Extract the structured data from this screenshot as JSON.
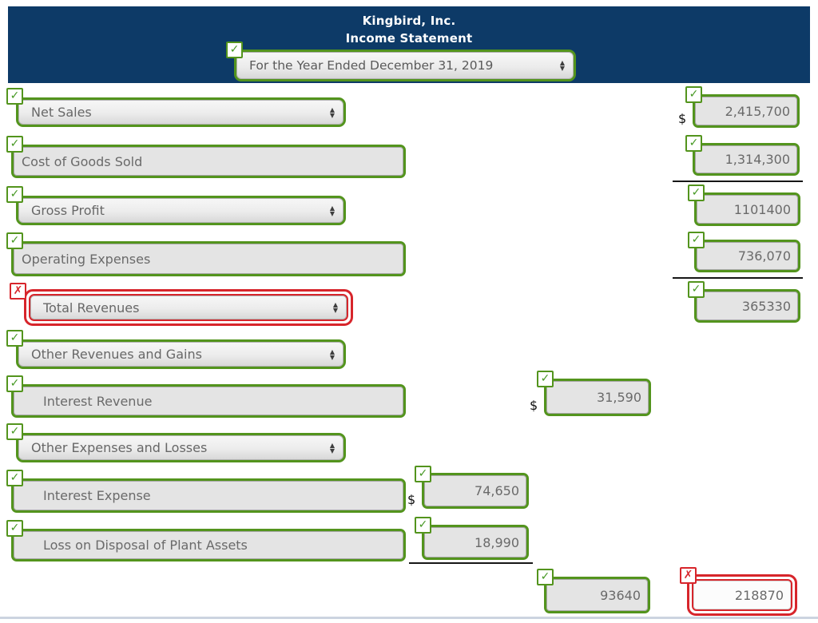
{
  "title": {
    "company": "Kingbird, Inc.",
    "statement": "Income Statement"
  },
  "period": {
    "label": "For the Year Ended December 31, 2019",
    "status": "correct"
  },
  "icons": {
    "check": "✓",
    "cross": "✗",
    "arrow_up": "▲",
    "arrow_down": "▼"
  },
  "currency_symbol": "$",
  "lines": {
    "net_sales": {
      "label": "Net Sales",
      "control": "select",
      "status": "correct",
      "amount": "2,415,700",
      "amount_status": "correct",
      "currency": "$"
    },
    "cost_of_goods_sold": {
      "label": "Cost of Goods Sold",
      "control": "input",
      "status": "correct",
      "amount": "1,314,300",
      "amount_status": "correct"
    },
    "gross_profit": {
      "label": "Gross Profit",
      "control": "select",
      "status": "correct",
      "amount": "1101400",
      "amount_status": "correct"
    },
    "operating_expenses": {
      "label": "Operating Expenses",
      "control": "input",
      "status": "correct",
      "amount": "736,070",
      "amount_status": "correct"
    },
    "total_revenues": {
      "label": "Total Revenues",
      "control": "select",
      "status": "incorrect",
      "amount": "365330",
      "amount_status": "correct"
    },
    "other_revenues_and_gains": {
      "label": "Other Revenues and Gains",
      "control": "select",
      "status": "correct"
    },
    "interest_revenue": {
      "label": "Interest Revenue",
      "control": "input",
      "status": "correct",
      "amount": "31,590",
      "amount_status": "correct",
      "currency": "$"
    },
    "other_expenses_and_losses": {
      "label": "Other Expenses and Losses",
      "control": "select",
      "status": "correct"
    },
    "interest_expense": {
      "label": "Interest Expense",
      "control": "input",
      "status": "correct",
      "amount": "74,650",
      "amount_status": "correct",
      "currency": "$"
    },
    "loss_on_disposal_of_plant_assets": {
      "label": "Loss on Disposal of Plant Assets",
      "control": "input",
      "status": "correct",
      "amount": "18,990",
      "amount_status": "correct"
    }
  },
  "totals": {
    "other_revenues_expenses_net": {
      "amount": "93640",
      "status": "correct"
    },
    "net_income": {
      "amount": "218870",
      "status": "incorrect"
    }
  },
  "colors": {
    "header_bg": "#0d3a67",
    "correct_green": "#53941d",
    "incorrect_red": "#d7252b",
    "footer_divider": "#ccd4e0"
  }
}
